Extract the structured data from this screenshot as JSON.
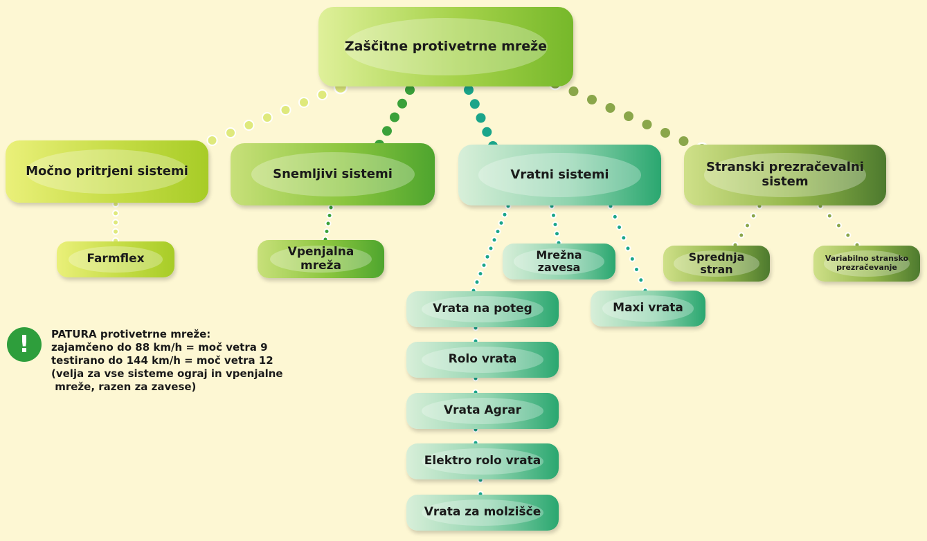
{
  "root": {
    "label": "Zaščitne protivetrne mreže"
  },
  "categories": {
    "mocno": "Močno pritrjeni sistemi",
    "snemljivi": "Snemljivi sistemi",
    "vratni": "Vratni sistemi",
    "stranski": "Stranski prezračevalni sistem"
  },
  "items": {
    "farmflex": "Farmflex",
    "vpenjalna": "Vpenjalna mreža",
    "mrezna": "Mrežna zavesa",
    "vrata_poteg": "Vrata na poteg",
    "rolo": "Rolo vrata",
    "agrar": "Vrata Agrar",
    "elektro": "Elektro rolo vrata",
    "molzisce": "Vrata za molzišče",
    "maxi": "Maxi vrata",
    "sprednja": "Sprednja stran",
    "variabilno": "Variabilno stransko prezračevanje"
  },
  "note": {
    "icon": "exclamation-icon",
    "lines": [
      "PATURA protivetrne mreže:",
      "zajamčeno do 88 km/h = moč vetra 9",
      "testirano do 144 km/h = moč vetra 12",
      "(velja za vse sisteme ograj in vpenjalne",
      " mreže, razen za zavese)"
    ]
  },
  "colors": {
    "background": "#fdf7d3",
    "lime": "#c5dc45",
    "green": "#8cc63f",
    "teal": "#2aa770",
    "olive": "#93b64a",
    "icon": "#2e9e3c"
  }
}
